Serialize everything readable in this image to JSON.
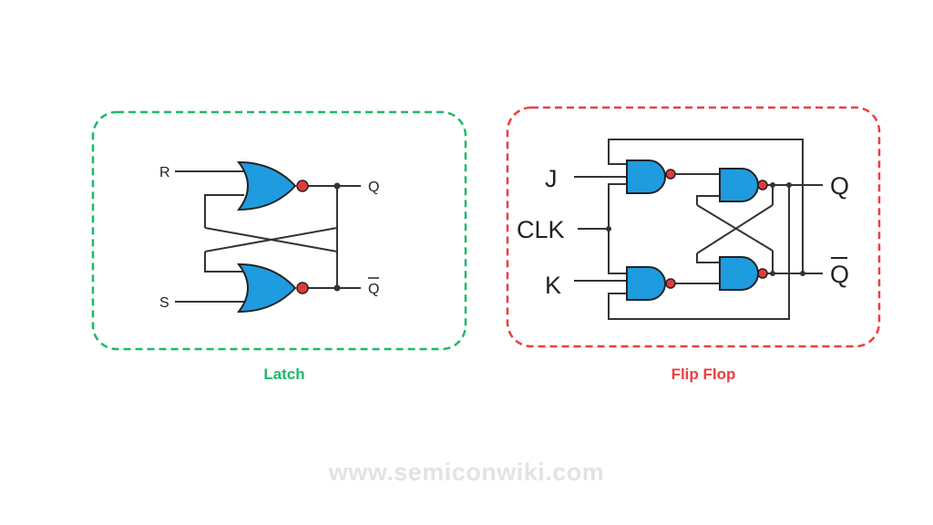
{
  "colors": {
    "latch_accent": "#1db96b",
    "flipflop_accent": "#ee3d3d",
    "gate_fill": "#1f9be0",
    "bubble_fill": "#e23a3a",
    "wire": "#333333",
    "watermark": "#e3e3e3"
  },
  "latch": {
    "caption": "Latch",
    "gate_type": "NOR",
    "labels": {
      "r": "R",
      "s": "S",
      "q": "Q",
      "qbar": "Q"
    }
  },
  "flipflop": {
    "caption": "Flip Flop",
    "gate_type": "NAND",
    "labels": {
      "j": "J",
      "clk": "CLK",
      "k": "K",
      "q": "Q",
      "qbar": "Q"
    }
  },
  "watermark": "www.semiconwiki.com"
}
